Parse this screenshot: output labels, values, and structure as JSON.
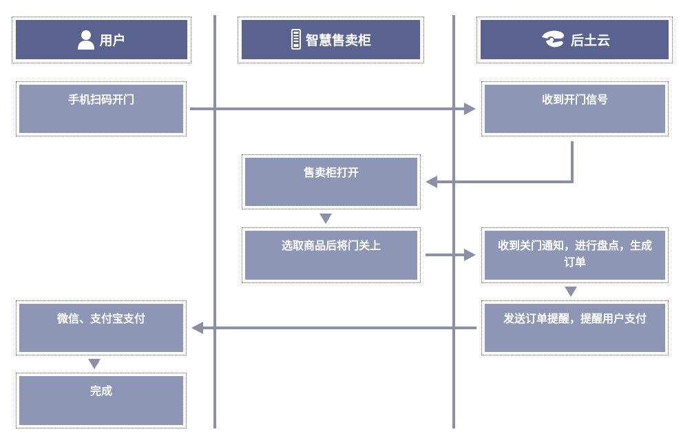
{
  "lanes": {
    "user": {
      "title": "用户",
      "icon": "user-icon"
    },
    "cabinet": {
      "title": "智慧售卖柜",
      "icon": "cabinet-icon"
    },
    "cloud": {
      "title": "后土云",
      "icon": "cloud-logo-icon"
    }
  },
  "steps": {
    "scan": "手机扫码开门",
    "receive_open": "收到开门信号",
    "cabinet_open": "售卖柜打开",
    "select_close": "选取商品后将门关上",
    "receive_close": "收到关门通知，进行盘点，生成订单",
    "send_order": "发送订单提醒，提醒用户支付",
    "pay": "微信、支付宝支付",
    "done": "完成"
  },
  "colors": {
    "header": "#5a6390",
    "box": "#8e96b6",
    "line": "#8b90a8",
    "text": "#ffffff"
  }
}
